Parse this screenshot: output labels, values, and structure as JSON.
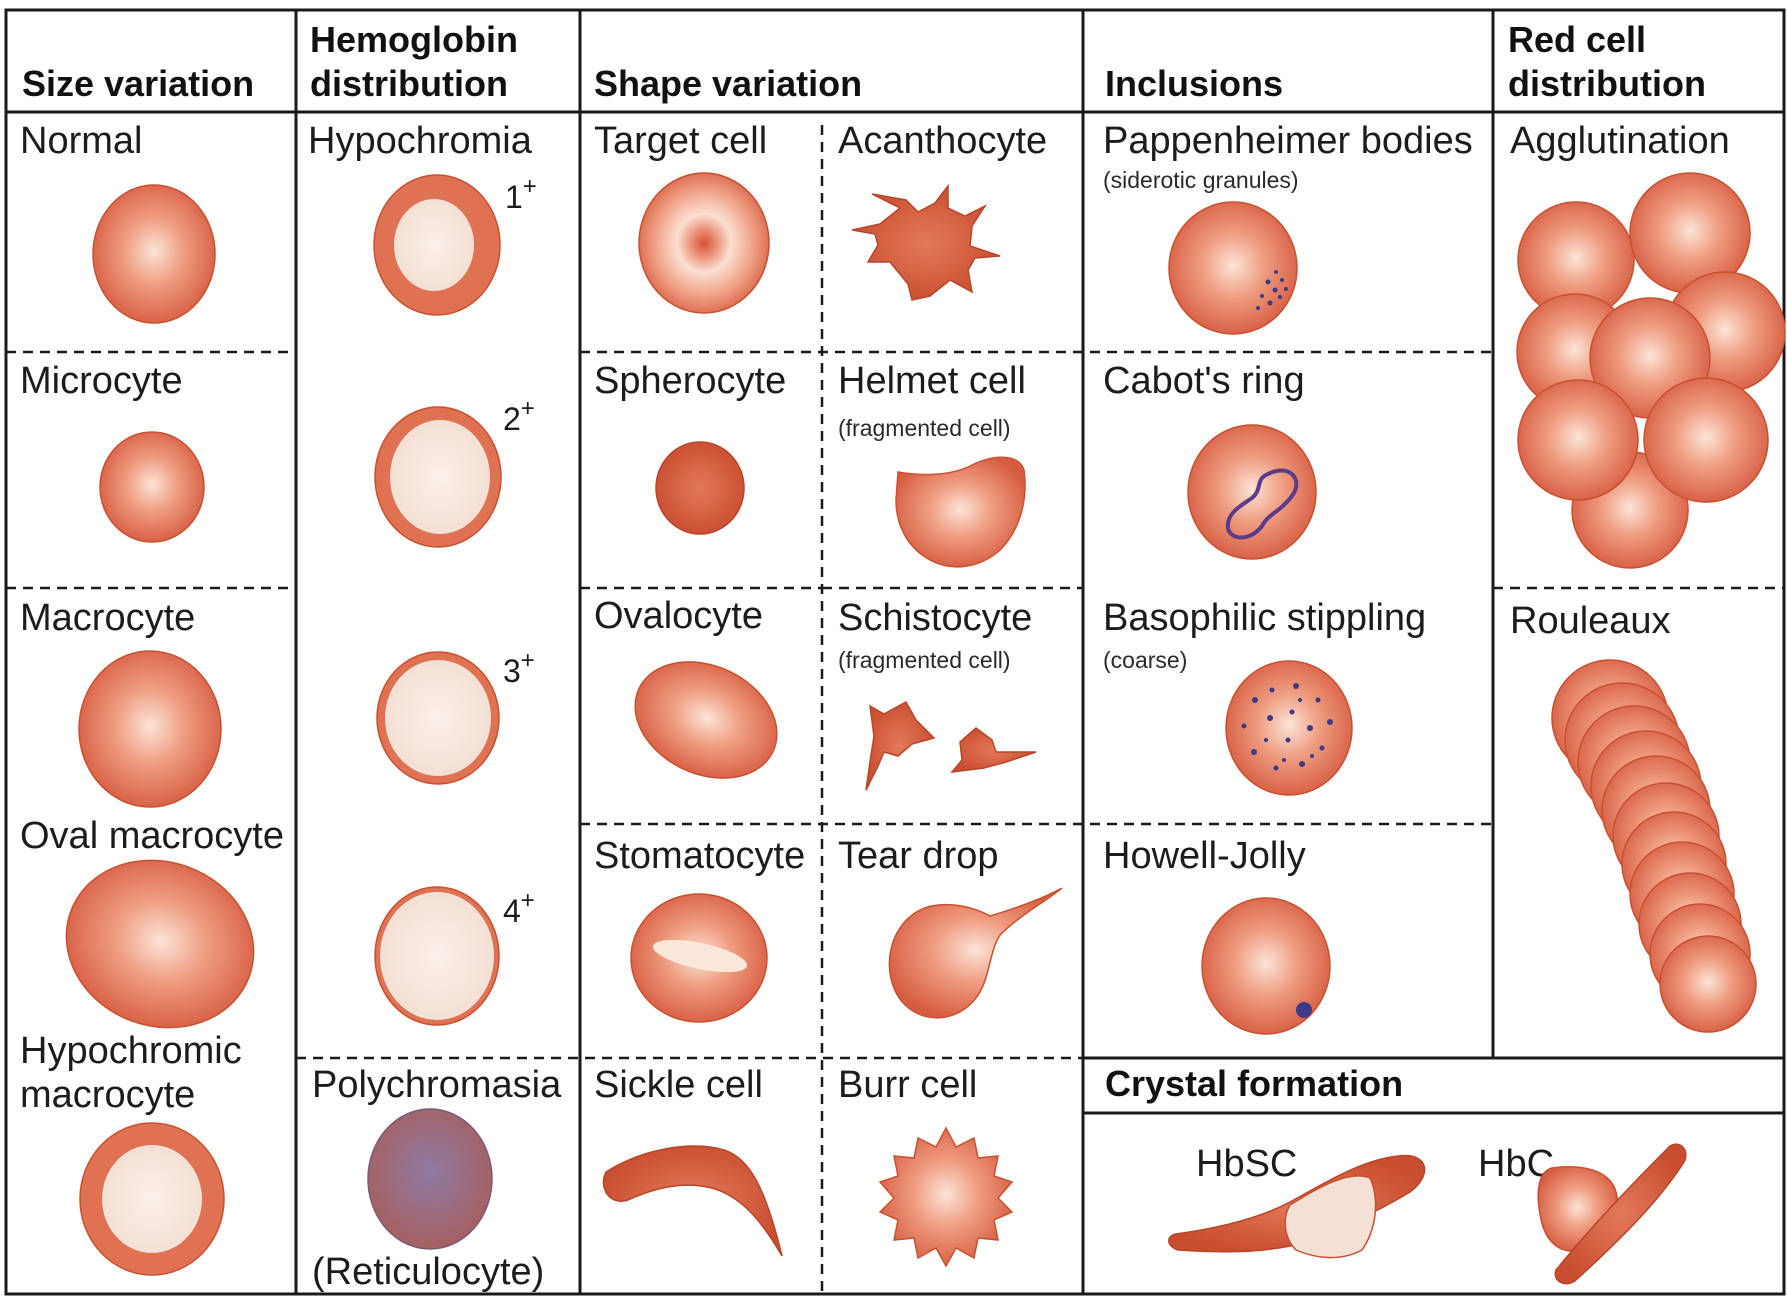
{
  "headers": {
    "size": "Size variation",
    "hemoglobin_1": "Hemoglobin",
    "hemoglobin_2": "distribution",
    "shape": "Shape variation",
    "inclusions": "Inclusions",
    "red_cell_1": "Red cell",
    "red_cell_2": "distribution",
    "crystal": "Crystal formation"
  },
  "size_variation": {
    "normal": "Normal",
    "microcyte": "Microcyte",
    "macrocyte": "Macrocyte",
    "oval_macrocyte": "Oval macrocyte",
    "hypochromic_1": "Hypochromic",
    "hypochromic_2": "macrocyte"
  },
  "hemoglobin": {
    "hypochromia": "Hypochromia",
    "grade1": "1",
    "grade2": "2",
    "grade3": "3",
    "grade4": "4",
    "plus": "+",
    "polychromasia": "Polychromasia",
    "reticulocyte": "(Reticulocyte)"
  },
  "shape": {
    "target": "Target cell",
    "acanthocyte": "Acanthocyte",
    "spherocyte": "Spherocyte",
    "helmet": "Helmet cell",
    "helmet_sub": "(fragmented cell)",
    "ovalocyte": "Ovalocyte",
    "schistocyte": "Schistocyte",
    "schistocyte_sub": "(fragmented cell)",
    "stomatocyte": "Stomatocyte",
    "teardrop": "Tear drop",
    "sickle": "Sickle cell",
    "burr": "Burr cell"
  },
  "inclusions": {
    "pappenheimer": "Pappenheimer bodies",
    "pappenheimer_sub": "(siderotic granules)",
    "cabot": "Cabot's ring",
    "basophilic": "Basophilic stippling",
    "basophilic_sub": "(coarse)",
    "howell": "Howell-Jolly"
  },
  "red_cell": {
    "agglutination": "Agglutination",
    "rouleaux": "Rouleaux"
  },
  "crystal": {
    "hbsc": "HbSC",
    "hbc": "HbC"
  },
  "colors": {
    "cell_rim": "#d9614a",
    "cell_center": "#fbe1d3",
    "cell_dark": "#c9502f",
    "pale": "#f6e6dc",
    "inclusion": "#3d3a8a",
    "polychromasia": "#8a6f96"
  }
}
